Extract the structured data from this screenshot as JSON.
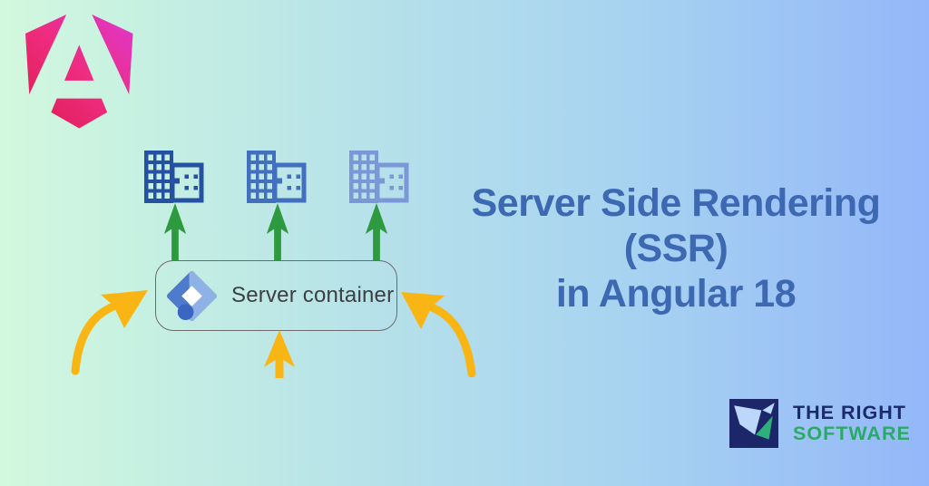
{
  "meta": {
    "title": "Server Side Rendering (SSR) in Angular 18 banner"
  },
  "background": {
    "gradient_left": "#d3f8de",
    "gradient_mid": "#b5e0ea",
    "gradient_right": "#94b7f9"
  },
  "angular_logo": {
    "gradient": [
      "#dd1b50",
      "#ee2c7f",
      "#de38ce"
    ]
  },
  "diagram": {
    "buildings": [
      {
        "color": "#2451a2"
      },
      {
        "color": "#4270be"
      },
      {
        "color": "#7c97d8"
      }
    ],
    "up_arrow_color": "#2e9a40",
    "inbound_arrow_color": "#f9b513",
    "server_box": {
      "label": "Server container",
      "border_color": "#6b6b6b",
      "label_color": "#3c4043",
      "gtm_icon": {
        "light_blue": "#8fb2e6",
        "dark_blue": "#4e7bcd",
        "center": "#ffffff",
        "dot_blue": "#3a66c2"
      }
    }
  },
  "title": {
    "lines": [
      "Server Side Rendering",
      "(SSR)",
      "in Angular 18"
    ],
    "color": "#3d68b2"
  },
  "brand": {
    "line1": "THE RIGHT",
    "line2": "SOFTWARE",
    "line1_color": "#1b2a6b",
    "line2_color": "#2baa66",
    "icon_navy": "#1b2768",
    "icon_light": "#bcd7fb",
    "icon_green": "#2eb07a"
  }
}
